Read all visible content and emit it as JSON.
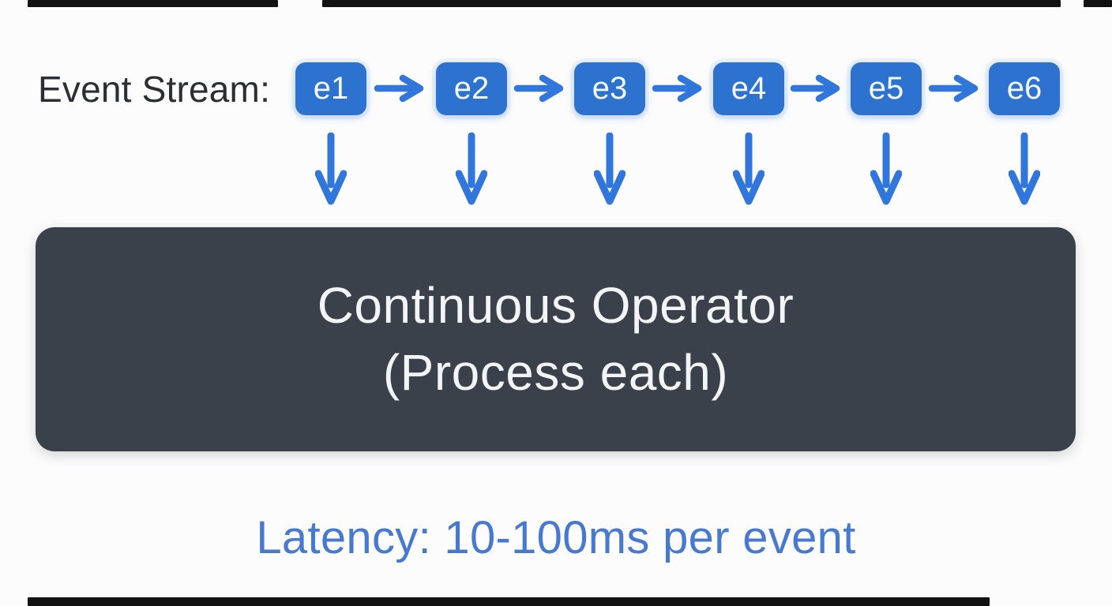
{
  "diagram": {
    "stream_label": "Event Stream:",
    "events": [
      "e1",
      "e2",
      "e3",
      "e4",
      "e5",
      "e6"
    ],
    "operator": {
      "line1": "Continuous Operator",
      "line2": "(Process each)"
    },
    "latency_note": "Latency: 10-100ms per event",
    "colors": {
      "background": "#fcfcfc",
      "event-box": "#2e72cf",
      "event-text": "#f4f8ff",
      "arrow": "#3076db",
      "operator-box": "#3a414b",
      "operator-text": "#f2f4f6",
      "stream-label": "#2b2f34",
      "latency": "#4679cf",
      "edge-bar": "#121212"
    }
  }
}
